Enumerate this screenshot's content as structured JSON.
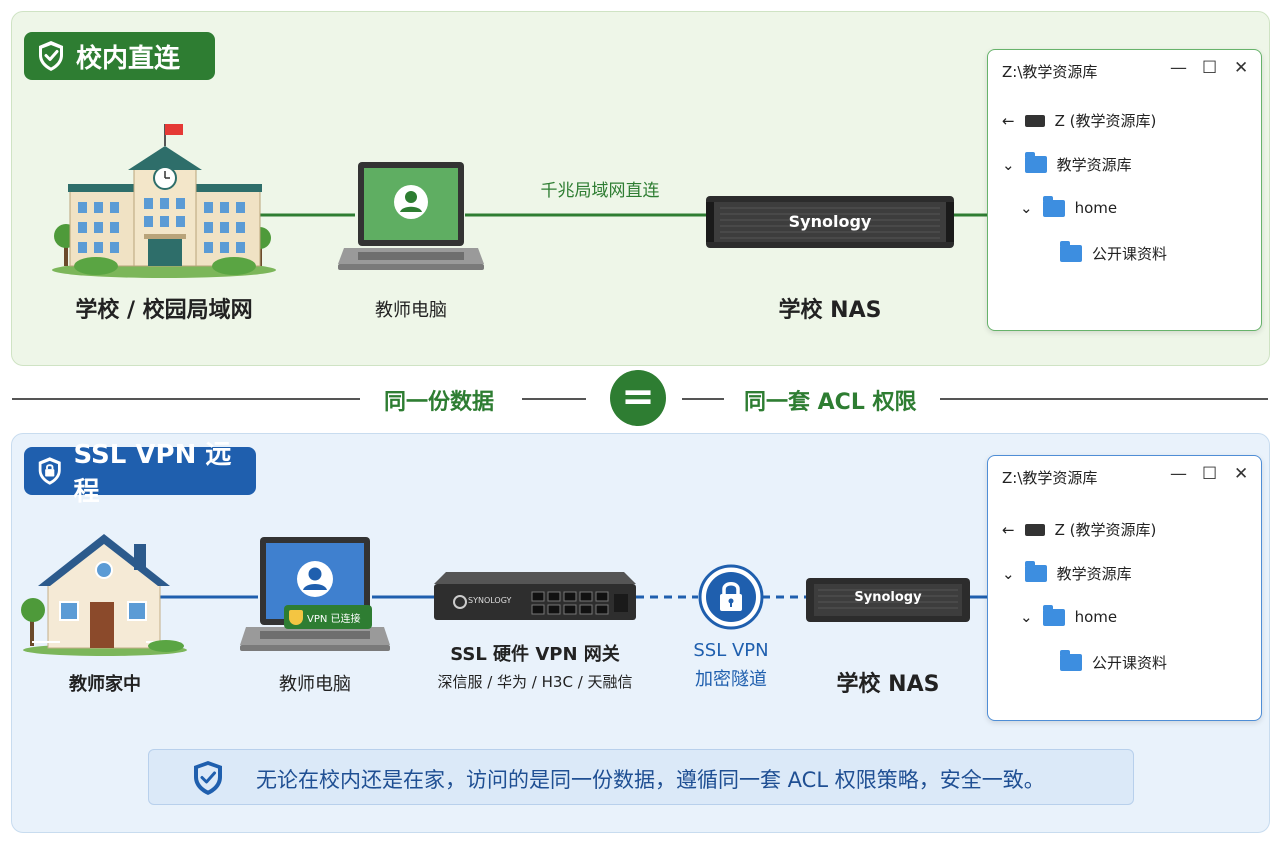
{
  "top_section": {
    "badge": "校内直连",
    "school_label": "学校 / 校园局域网",
    "teacher_pc_label": "教师电脑",
    "link_label": "千兆局域网直连",
    "nas_label": "学校 NAS",
    "nas_brand": "Synology",
    "explorer": {
      "title": "Z:\\教学资源库",
      "drive": "Z (教学资源库)",
      "folder_1": "教学资源库",
      "folder_2": "home",
      "folder_3": "公开课资料"
    }
  },
  "divider": {
    "left_text": "同一份数据",
    "center_symbol": "=",
    "right_text": "同一套 ACL 权限"
  },
  "bottom_section": {
    "badge": "SSL VPN 远程",
    "home_label": "教师家中",
    "teacher_pc_label": "教师电脑",
    "vpn_status": "VPN 已连接",
    "gateway_label": "SSL 硬件 VPN 网关",
    "gateway_vendors": "深信服 / 华为 / H3C / 天融信",
    "gateway_brand": "SYNOLOGY",
    "tunnel_line1": "SSL VPN",
    "tunnel_line2": "加密隧道",
    "nas_label": "学校 NAS",
    "nas_brand": "Synology",
    "explorer": {
      "title": "Z:\\教学资源库",
      "drive": "Z (教学资源库)",
      "folder_1": "教学资源库",
      "folder_2": "home",
      "folder_3": "公开课资料"
    }
  },
  "notice": "无论在校内还是在家，访问的是同一份数据，遵循同一套 ACL 权限策略，安全一致。",
  "colors": {
    "green": "#2e7d32",
    "blue": "#1f5fae"
  }
}
